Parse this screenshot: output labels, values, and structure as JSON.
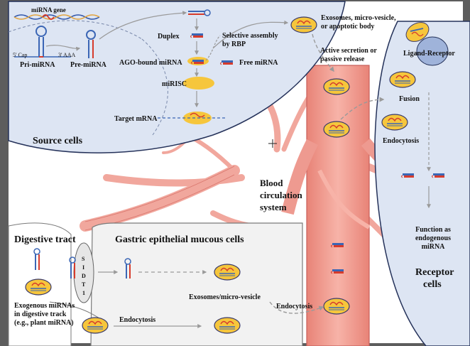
{
  "source_cells": {
    "title": "Source cells",
    "mirna_gene": "miRNA gene",
    "cap": "5' Cap",
    "aaa": "3' AAA",
    "pri": "Pri-miRNA",
    "pre": "Pre-miRNA",
    "duplex": "Duplex",
    "ago": "AGO-bound miRNA",
    "risc": "miRISC",
    "target": "Target mRNA",
    "selective_1": "Selective assembly",
    "selective_2": "by RBP",
    "free": "Free miRNA"
  },
  "secretion": {
    "exosome_1": "Exosomes, micro-vesicle,",
    "exosome_2": "or apoptotic body",
    "active_1": "Active secretion or",
    "active_2": "passive release"
  },
  "blood": {
    "l1": "Blood",
    "l2": "circulation",
    "l3": "system"
  },
  "receptor_cells": {
    "ligand": "Ligand-Receptor",
    "fusion": "Fusion",
    "endocytosis": "Endocytosis",
    "function_1": "Function as",
    "function_2": "endogenous",
    "function_3": "miRNA",
    "title_1": "Receptor",
    "title_2": "cells"
  },
  "digestive": {
    "title": "Digestive tract",
    "gastric_title": "Gastric epithelial mucous cells",
    "sidt1": [
      "S",
      "I",
      "D",
      "T",
      "1"
    ],
    "exogenous_1": "Exogenous miRNAs",
    "exogenous_2": "in digestive track",
    "exogenous_3": "(e.g., plant miRNA)",
    "endocytosis_1": "Endocytosis",
    "exosome_label": "Exosomes/micro-vesicle",
    "endocytosis_2": "Endocytosis"
  },
  "colors": {
    "frame": "#5d5d5d",
    "cell_fill": "#dde5f3",
    "cell_stroke": "#25325a",
    "vessel": "#ee9a90",
    "vessel_dark": "#c8615c",
    "vesicle": "#f6c63c",
    "gastric_fill": "#f2f2f2"
  }
}
